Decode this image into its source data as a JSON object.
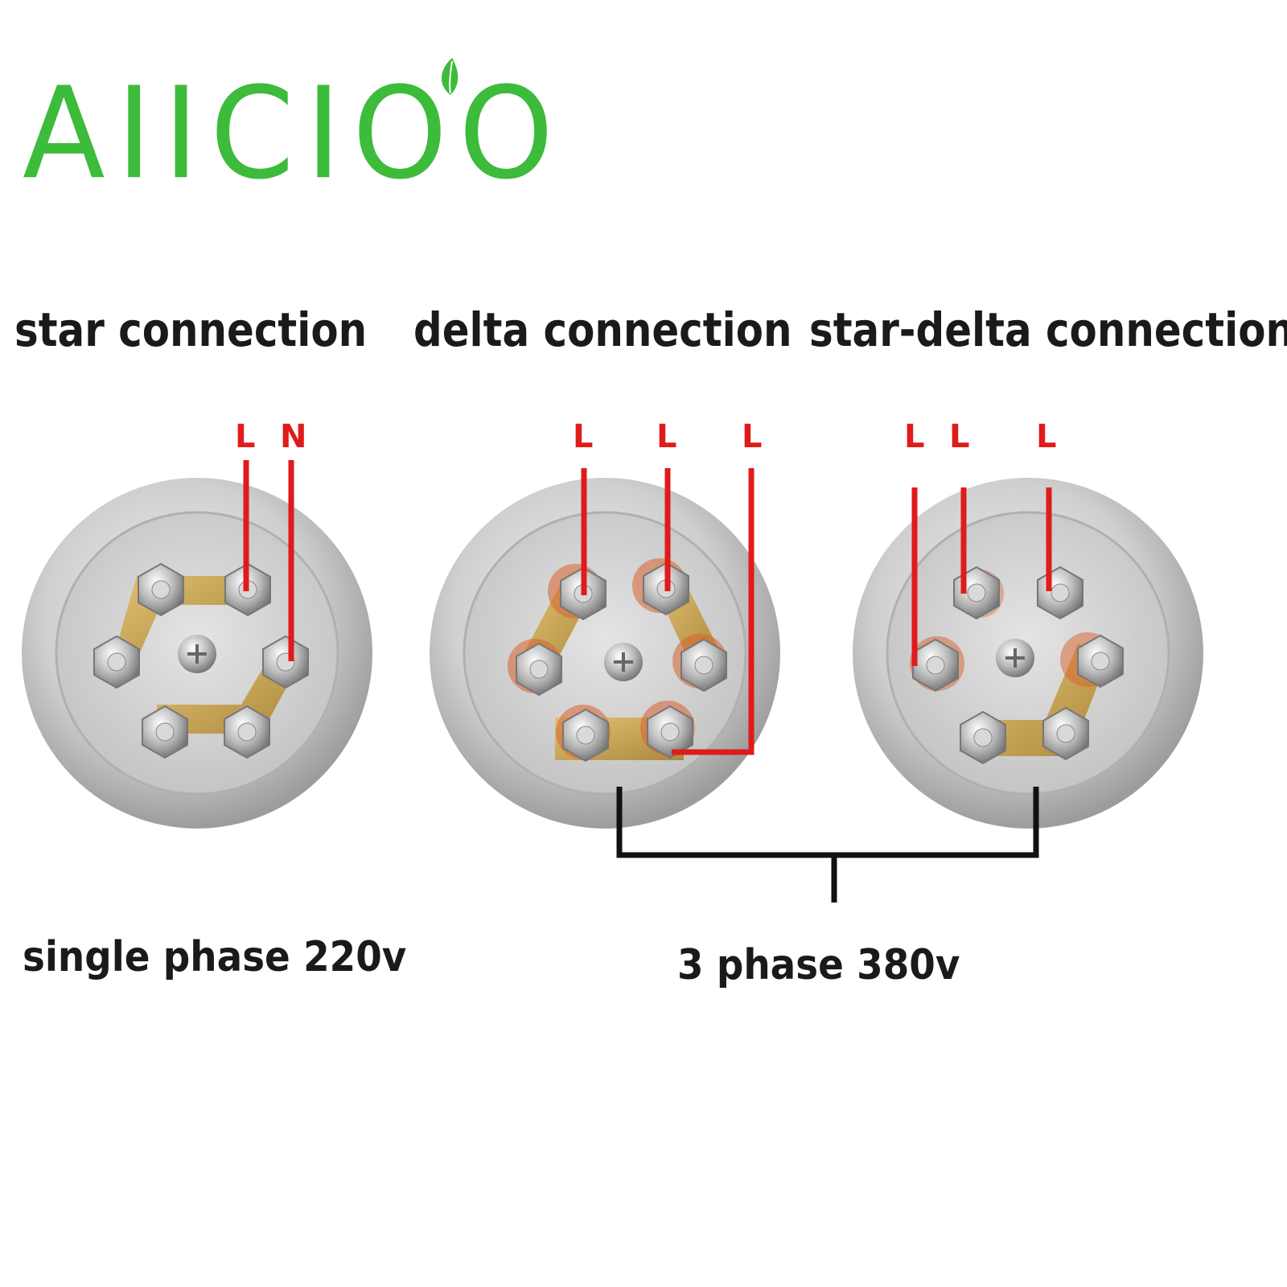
{
  "logo": {
    "text": "AIICIOO",
    "color": "#3dbb3a",
    "icon": "leaf-icon"
  },
  "headings": {
    "star": "star connection",
    "delta": "delta connection",
    "star_delta": "star-delta connection"
  },
  "terminal_labels": {
    "star": [
      "L",
      "N"
    ],
    "delta": [
      "L",
      "L",
      "L"
    ],
    "star_delta": [
      "L",
      "L",
      "L"
    ]
  },
  "captions": {
    "single_phase": "single phase 220v",
    "three_phase": "3 phase 380v"
  },
  "colors": {
    "wire": "#e01b1b",
    "bracket": "#111111",
    "bridge": "#c9a24a",
    "flange": "#c8c8c8"
  }
}
